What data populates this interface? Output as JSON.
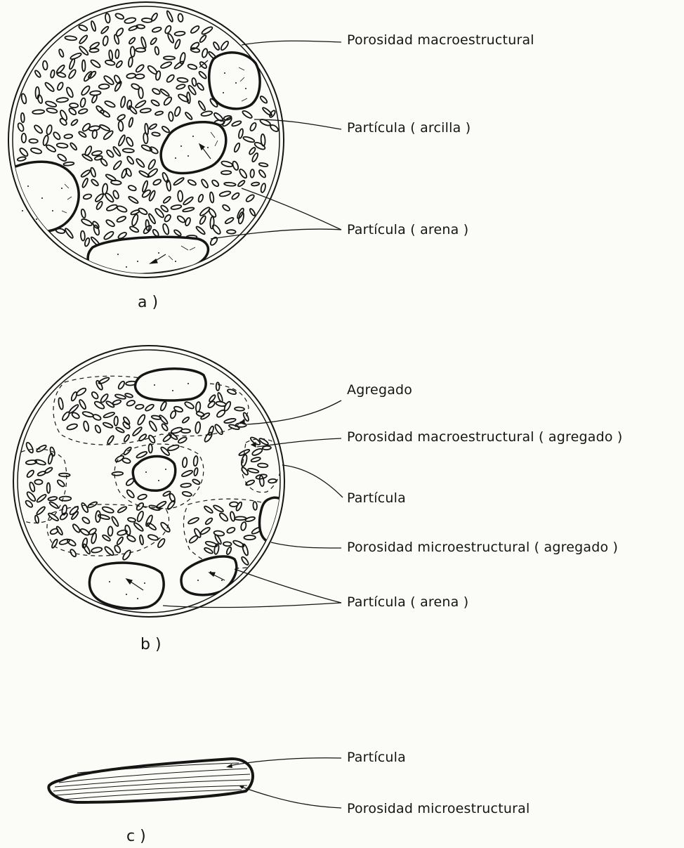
{
  "panels": [
    {
      "id": "a",
      "caption": "a )",
      "labels": [
        "Porosidad macroestructural",
        "Partícula ( arcilla )",
        "Partícula ( arena )"
      ]
    },
    {
      "id": "b",
      "caption": "b )",
      "labels": [
        "Agregado",
        "Porosidad macroestructural ( agregado )",
        "Partícula",
        "Porosidad microestructural ( agregado )",
        "Partícula ( arena )"
      ]
    },
    {
      "id": "c",
      "caption": "c )",
      "labels": [
        "Partícula",
        "Porosidad microestructural"
      ]
    }
  ],
  "colors": {
    "ink": "#151515",
    "background": "#fbfbf8"
  }
}
